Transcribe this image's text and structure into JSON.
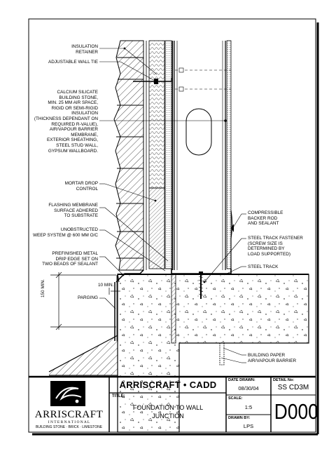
{
  "notes_left": [
    "INSULATION\nRETAINER",
    "ADJUSTABLE WALL TIE",
    "CALCIUM SILICATE\nBUILDING STONE,\nMIN. 25 MM AIR SPACE,\nRIGID OR SEMI-RIGID INSULATION\n(THICKNESS DEPENDANT ON\nREQUIRED R-VALUE),\nAIR/VAPOUR BARRIER\nMEMBRANE,\nEXTERIOR SHEATHING,\nSTEEL STUD WALL,\nGYPSUM WALLBOARD.",
    "MORTAR DROP\nCONTROL",
    "FLASHING MEMBRANE\nSURFACE ADHERED\nTO SUBSTRATE",
    "UNOBSTRUCTED\nWEEP SYSTEM @ 600 MM O/C",
    "PREFINISHED METAL\nDRIP EDGE SET ON\nTWO BEADS OF SEALANT",
    "PARGING"
  ],
  "notes_right": [
    "COMPRESSIBLE\nBACKER ROD\nAND SEALANT",
    "STEEL TRACK FASTENER\n(SCREW SIZE IS\nDETERMINED BY\nLOAD SUPPORTED)",
    "STEEL TRACK",
    "BUILDING PAPER\nAIR/VAPOUR BARRIER"
  ],
  "dims": {
    "min10": "10 MIN.",
    "min150": "150 MIN."
  },
  "title_block": {
    "company_name": "ARRISCRAFT",
    "company_sub": "I N T E R N A T I O N A L",
    "company_tag": "BUILDING STONE · BRICK · LIMESTONE",
    "heading": "ARRISCRAFT • CADD",
    "title_label": "TITLE:",
    "title_line1": "FOUNDATION TO WALL",
    "title_line2": "JUNCTION",
    "date_label": "DATE DRAWN:",
    "date_value": "08/30/04",
    "scale_label": "SCALE:",
    "scale_value": "1:5",
    "drawnby_label": "DRAWN BY:",
    "drawnby_value": "LPS",
    "detail_label": "DETAIL No:",
    "detail_code": "SS CD3M",
    "detail_number": "D000"
  }
}
